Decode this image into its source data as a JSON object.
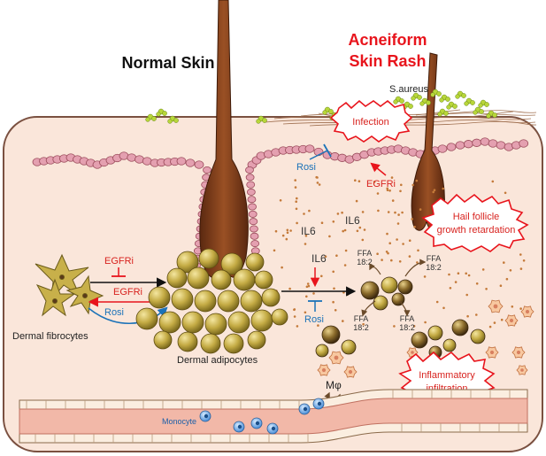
{
  "headings": {
    "normal": "Normal Skin",
    "acneiform_line1": "Acneiform",
    "acneiform_line2": "Skin Rash"
  },
  "labels": {
    "s_aureus": "S.aureus",
    "infection": "Infection",
    "rosi_top": "Rosi",
    "egfri_top": "EGFRi",
    "il6_a": "IL6",
    "il6_b": "IL6",
    "il6_c": "IL6",
    "rosi_mid": "Rosi",
    "egfri_inhibit": "EGFRi",
    "egfri_arrow": "EGFRi",
    "rosi_arrow": "Rosi",
    "dermal_fibrocytes": "Dermal fibrocytes",
    "dermal_adipocytes": "Dermal adipocytes",
    "hair_follicle_line1": "Hail follicle",
    "hair_follicle_line2": "growth retardation",
    "inflammatory_line1": "Inflammatory",
    "inflammatory_line2": "infiltration",
    "macrophage": "Mφ",
    "monocyte": "Monocyte"
  },
  "ffa_labels": [
    {
      "line1": "FFA",
      "line2": "18:2"
    },
    {
      "line1": "FFA",
      "line2": "18:2"
    },
    {
      "line1": "FFA",
      "line2": "18:2"
    },
    {
      "line1": "FFA",
      "line2": "18:2"
    }
  ],
  "colors": {
    "skin_bg": "#fae6da",
    "skin_border": "#7a5040",
    "hair": "#7a3b1c",
    "adipocyte": "#b8a03a",
    "epidermis_cell": "#e4a0b0",
    "vessel": "#f2b8a8",
    "accent_red": "#e8141c",
    "accent_blue": "#1b72b8",
    "bacteria": "#b8d63a"
  }
}
